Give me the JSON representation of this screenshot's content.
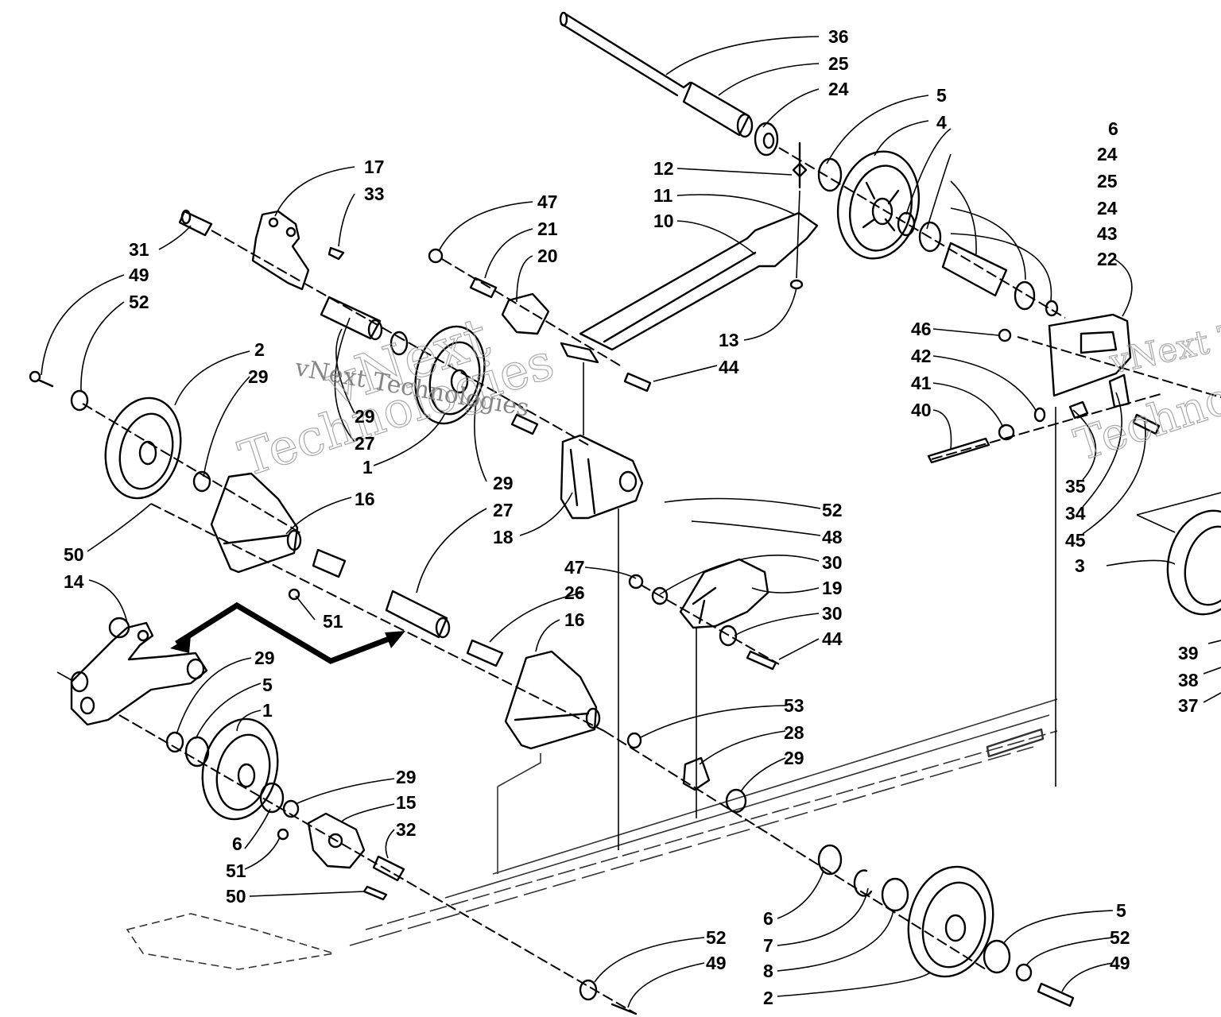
{
  "watermark": {
    "line1": "vNext",
    "line2": "Technologies",
    "inline": "vNext Technologies",
    "right1": "vNext Te",
    "right2": "Techno"
  },
  "colors": {
    "ink": "#000000",
    "paper": "#ffffff",
    "watermark": "#9a9a9a"
  },
  "callouts": [
    "36",
    "25",
    "24",
    "5",
    "4",
    "6",
    "24",
    "25",
    "24",
    "43",
    "22",
    "12",
    "11",
    "10",
    "13",
    "44",
    "17",
    "33",
    "31",
    "49",
    "52",
    "47",
    "21",
    "20",
    "46",
    "42",
    "41",
    "40",
    "2",
    "29",
    "29",
    "27",
    "1",
    "29",
    "27",
    "18",
    "16",
    "52",
    "48",
    "35",
    "34",
    "45",
    "3",
    "50",
    "14",
    "51",
    "47",
    "30",
    "19",
    "30",
    "44",
    "26",
    "16",
    "39",
    "38",
    "37",
    "29",
    "5",
    "1",
    "53",
    "28",
    "29",
    "6",
    "51",
    "50",
    "29",
    "15",
    "32",
    "6",
    "7",
    "8",
    "2",
    "5",
    "52",
    "49",
    "52",
    "49"
  ]
}
